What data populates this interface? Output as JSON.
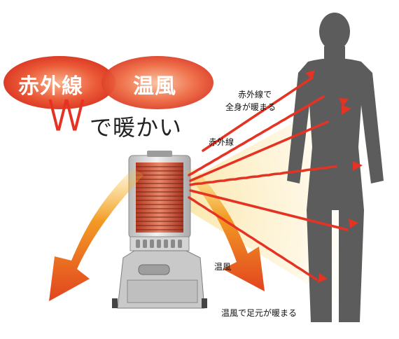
{
  "badges": {
    "infrared": "赤外線",
    "warm_air": "温風"
  },
  "headline": {
    "w": "W",
    "rest": "で暖かい"
  },
  "labels": {
    "infrared_body_line1": "赤外線で",
    "infrared_body_line2": "全身が暖まる",
    "infrared": "赤外線",
    "warm_air": "温風",
    "warm_air_feet": "温風で足元が暖まる"
  },
  "colors": {
    "red": "#e63222",
    "orange": "#f39a1e",
    "silhouette": "#5c5c5c",
    "heater_body": "#c9c9c9"
  }
}
